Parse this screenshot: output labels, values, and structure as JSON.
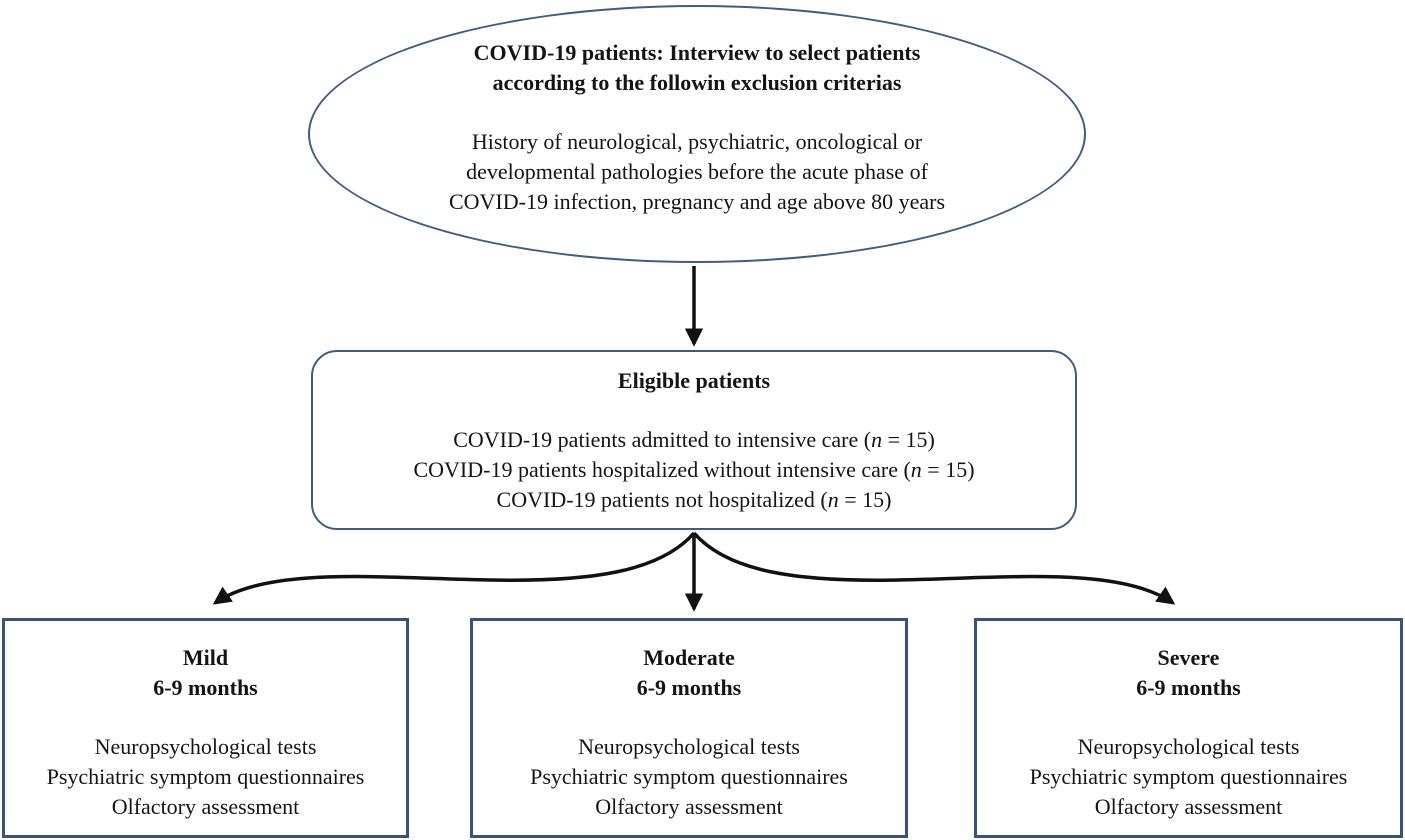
{
  "ellipse": {
    "title_lines": [
      "COVID-19 patients: Interview to select patients",
      "according to the followin exclusion criterias"
    ],
    "body_lines": [
      "History of neurological, psychiatric, oncological or",
      "developmental pathologies before the acute phase of",
      "COVID-19 infection, pregnancy and age above 80 years"
    ]
  },
  "eligible": {
    "title": "Eligible patients",
    "rows": [
      {
        "pre": "COVID-19 patients admitted to intensive care (",
        "var": "n",
        "post": " = 15)"
      },
      {
        "pre": "COVID-19 patients hospitalized without intensive care (",
        "var": "n",
        "post": " = 15)"
      },
      {
        "pre": "COVID-19 patients not hospitalized (",
        "var": "n",
        "post": " = 15)"
      }
    ]
  },
  "branches": [
    {
      "severity": "Mild",
      "timeframe": "6-9 months",
      "assessments": [
        "Neuropsychological tests",
        "Psychiatric symptom questionnaires",
        "Olfactory assessment"
      ]
    },
    {
      "severity": "Moderate",
      "timeframe": "6-9 months",
      "assessments": [
        "Neuropsychological tests",
        "Psychiatric symptom questionnaires",
        "Olfactory assessment"
      ]
    },
    {
      "severity": "Severe",
      "timeframe": "6-9 months",
      "assessments": [
        "Neuropsychological tests",
        "Psychiatric symptom questionnaires",
        "Olfactory assessment"
      ]
    }
  ],
  "colors": {
    "ellipse_border": "#3e5c86",
    "box_border": "#37527c",
    "arrow": "#111111",
    "text": "#141414"
  }
}
